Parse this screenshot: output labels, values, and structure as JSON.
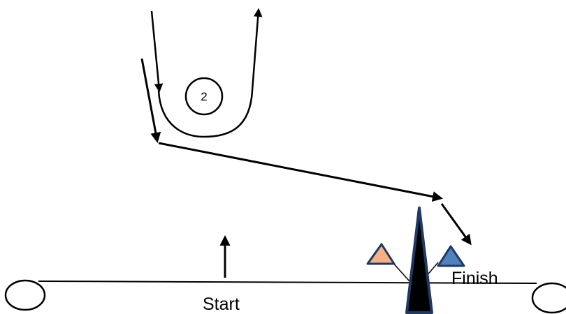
{
  "labels": {
    "start": "Start",
    "finish": "Finish",
    "mark_number": "2"
  },
  "colors": {
    "line": "#000000",
    "background": "#ffffff",
    "left_flag_fill": "#f4b183",
    "right_flag_fill": "#4f81bd",
    "flag_outline": "#1f3864",
    "committee_boat_outline": "#1f3864",
    "committee_boat_fill": "#000000"
  },
  "icons": {
    "left_mark": "circle-buoy",
    "right_mark": "circle-buoy",
    "turning_mark": "circle-buoy",
    "left_flag": "triangle-flag",
    "right_flag": "triangle-flag",
    "committee_boat": "spike-marker"
  }
}
